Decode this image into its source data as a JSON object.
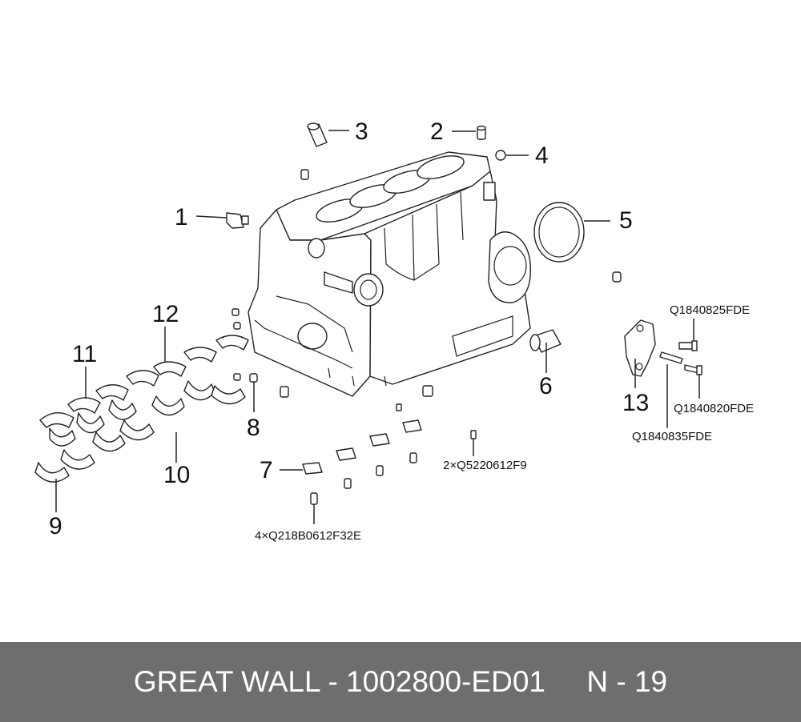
{
  "callouts": {
    "c1": "1",
    "c2": "2",
    "c3": "3",
    "c4": "4",
    "c5": "5",
    "c6": "6",
    "c7": "7",
    "c8": "8",
    "c9": "9",
    "c10": "10",
    "c11": "11",
    "c12": "12",
    "c13": "13"
  },
  "part_numbers": {
    "bolt_upper": "Q1840825FDE",
    "bolt_lower": "Q1840820FDE",
    "bolt_long": "Q1840835FDE",
    "pin_right": "2×Q5220612F9",
    "pin_left": "4×Q218B0612F32E"
  },
  "footer": {
    "text": "GREAT WALL - 1002800-ED01     N - 19"
  },
  "colors": {
    "footer_bg": "#6e6e6e",
    "footer_text": "#ffffff",
    "line": "#222222"
  }
}
